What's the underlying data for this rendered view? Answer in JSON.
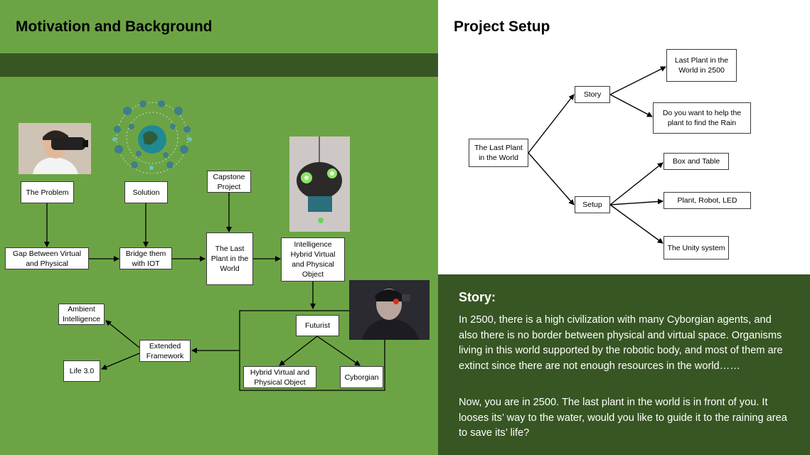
{
  "left": {
    "title": "Motivation and Background",
    "nodes": {
      "the_problem": "The Problem",
      "solution": "Solution",
      "capstone": "Capstone Project",
      "gap": "Gap Between Virtual and Physical",
      "bridge": "Bridge them with IOT",
      "last_plant": "The Last Plant in the World",
      "intelligence": "Intelligence Hybrid Virtual and Physical Object",
      "futurist": "Futurist",
      "hybrid": "Hybrid Virtual and Physical Object",
      "cyborgian": "Cyborgian",
      "extended": "Extended Framework",
      "ambient": "Ambient Intelligence",
      "life": "Life 3.0"
    }
  },
  "right": {
    "title": "Project Setup",
    "nodes": {
      "root": "The Last Plant in the World",
      "story": "Story",
      "setup": "Setup",
      "last_plant_2500": "Last Plant in the World in 2500",
      "help_plant": "Do you want to help the plant to find the Rain",
      "box_table": "Box and Table",
      "plant_robot": "Plant, Robot, LED",
      "unity": "The Unity system"
    }
  },
  "story": {
    "title": "Story:",
    "p1": "In 2500, there is a high civilization with many Cyborgian agents, and also there is no border between physical and virtual space. Organisms living in this world supported by the robotic body, and most of them are extinct since there are not enough resources in the world……",
    "p2": "Now, you are in 2500. The last plant in the world is in front of you. It looses its’ way to the water, would you like to guide it to the raining area to save its’ life?"
  },
  "colors": {
    "left_bg": "#6ca445",
    "band": "#375623",
    "story_bg": "#375623"
  }
}
